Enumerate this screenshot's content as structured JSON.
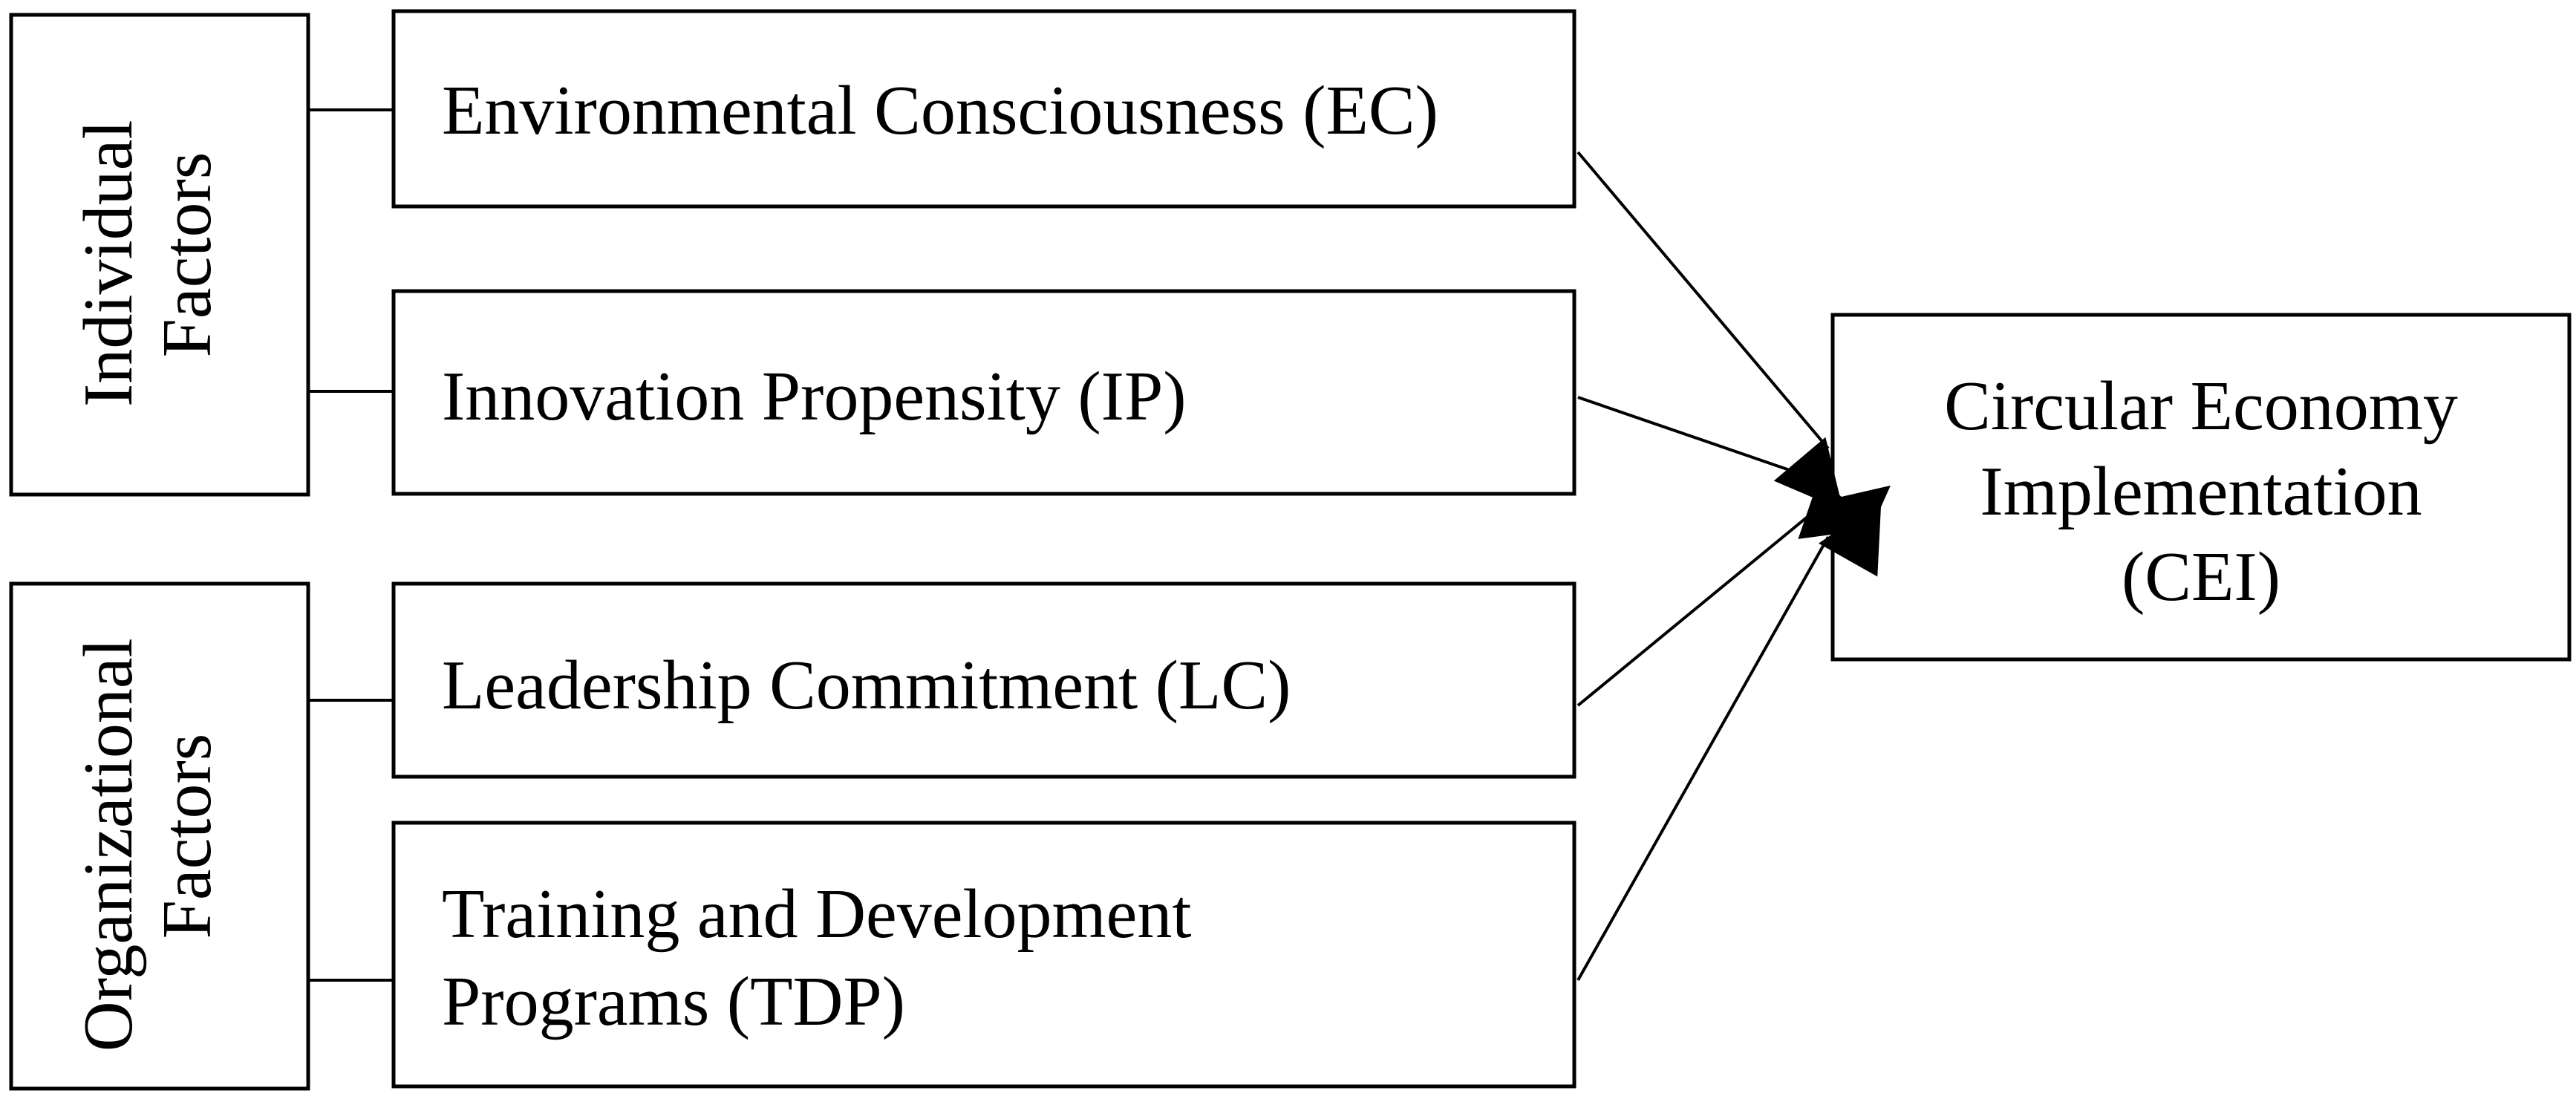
{
  "groups": [
    {
      "id": "individual",
      "label_lines": [
        "Individual",
        "Factors"
      ]
    },
    {
      "id": "organizational",
      "label_lines": [
        "Organizational",
        "Factors"
      ]
    }
  ],
  "factors": [
    {
      "id": "ec",
      "label_lines": [
        "Environmental Consciousness (EC)"
      ]
    },
    {
      "id": "ip",
      "label_lines": [
        "Innovation Propensity (IP)"
      ]
    },
    {
      "id": "lc",
      "label_lines": [
        "Leadership Commitment (LC)"
      ]
    },
    {
      "id": "tdp",
      "label_lines": [
        "Training and Development",
        "Programs (TDP)"
      ]
    }
  ],
  "outcome": {
    "id": "cei",
    "label_lines": [
      "Circular Economy",
      "Implementation",
      "(CEI)"
    ]
  },
  "colors": {
    "stroke": "#000000",
    "background": "#ffffff"
  }
}
